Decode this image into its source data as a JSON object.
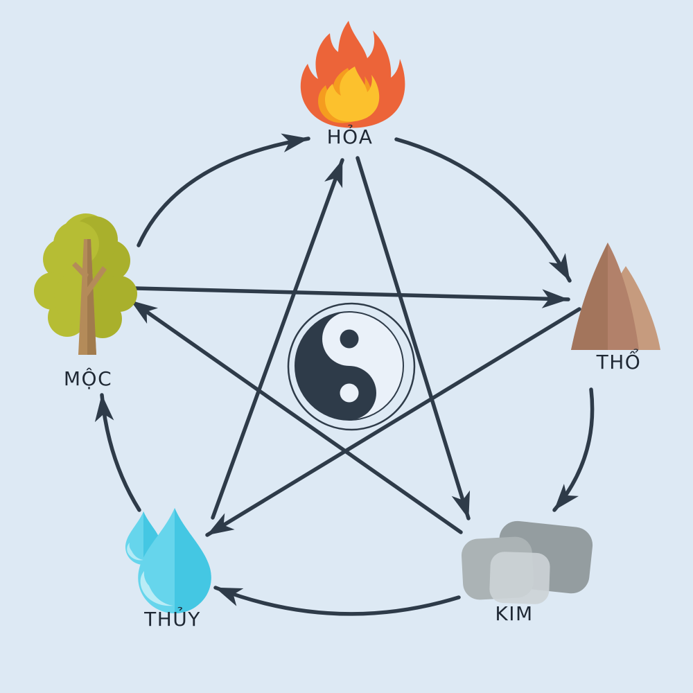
{
  "labels": {
    "fire": "HỎA",
    "earth": "THỔ",
    "metal": "KIM",
    "water": "THỦY",
    "wood": "MỘC"
  },
  "icons": {
    "fire": "fire-icon",
    "earth": "mountain-icon",
    "metal": "stones-icon",
    "water": "water-drops-icon",
    "wood": "tree-icon",
    "center": "yin-yang-icon"
  },
  "relations": {
    "generating_cycle": [
      {
        "from": "MỘC",
        "to": "HỎA"
      },
      {
        "from": "HỎA",
        "to": "THỔ"
      },
      {
        "from": "THỔ",
        "to": "KIM"
      },
      {
        "from": "KIM",
        "to": "THỦY"
      },
      {
        "from": "THỦY",
        "to": "MỘC"
      }
    ],
    "overcoming_cycle": [
      {
        "from": "HỎA",
        "to": "KIM"
      },
      {
        "from": "KIM",
        "to": "MỘC"
      },
      {
        "from": "MỘC",
        "to": "THỔ"
      },
      {
        "from": "THỔ",
        "to": "THỦY"
      },
      {
        "from": "THỦY",
        "to": "HỎA"
      }
    ]
  },
  "colors": {
    "background": "#dde9f4",
    "arrow": "#2e3b49",
    "label_text": "#1f2834",
    "fire_outer": "#ec6439",
    "fire_inner_orange": "#f59c1f",
    "fire_inner_yellow": "#fcc12d",
    "wood_foliage_light": "#b6bd34",
    "wood_foliage_dark": "#a9b02c",
    "wood_trunk": "#b48b59",
    "wood_trunk_shade": "#a17b4d",
    "earth_peak_left_face": "#a3755c",
    "earth_peak_left": "#b2816a",
    "earth_peak_right": "#c69b7e",
    "metal_stone_back": "#949da0",
    "metal_stone_left": "#abb3b5",
    "metal_stone_front": "#ccd3d6",
    "water_light": "#66d5ec",
    "water_dark": "#44c7e3",
    "water_highlight": "#ffffff",
    "yinyang_dark": "#2e3b49",
    "yinyang_light": "#eaf1f9"
  }
}
